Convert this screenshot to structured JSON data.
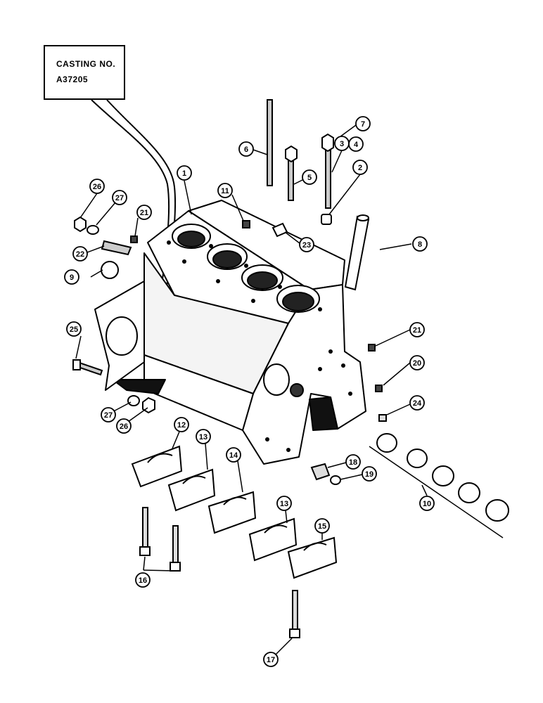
{
  "casting_label": {
    "line1": "CASTING NO.",
    "line2": "A37205"
  },
  "callouts": [
    "1",
    "2",
    "3",
    "4",
    "5",
    "6",
    "7",
    "8",
    "9",
    "10",
    "11",
    "12",
    "13",
    "13",
    "14",
    "15",
    "16",
    "17",
    "18",
    "19",
    "20",
    "21",
    "21",
    "22",
    "23",
    "24",
    "25",
    "26",
    "26",
    "27",
    "27"
  ]
}
